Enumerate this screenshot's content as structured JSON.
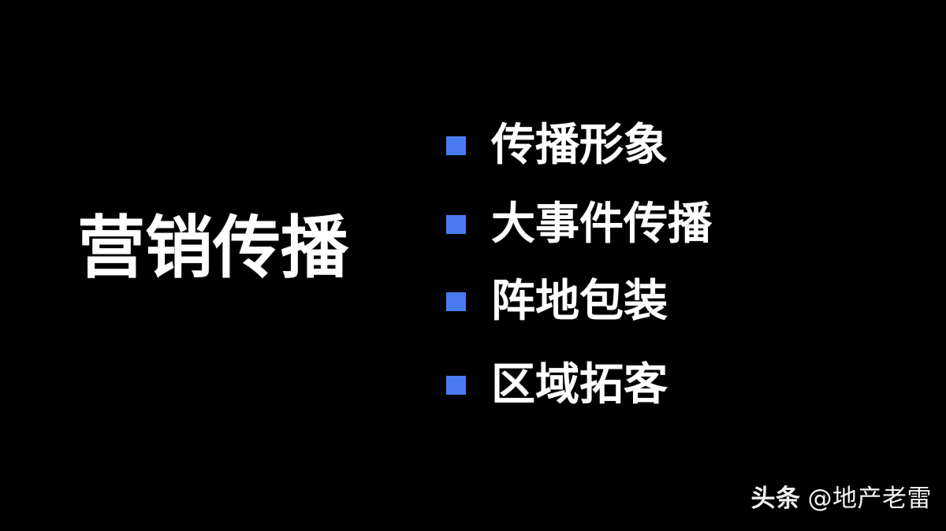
{
  "slide": {
    "background_color": "#000000",
    "text_color": "#ffffff",
    "accent_color": "#4a7bee",
    "heading": "营销传播",
    "bullets": [
      {
        "marker": "blue-square-bullet-icon",
        "label": "传播形象"
      },
      {
        "marker": "blue-square-bullet-icon",
        "label": "大事件传播"
      },
      {
        "marker": "blue-square-bullet-icon",
        "label": "阵地包装"
      },
      {
        "marker": "blue-square-bullet-icon",
        "label": "区域拓客"
      }
    ]
  },
  "watermark": {
    "brand": "头条",
    "handle": "@地产老雷"
  }
}
